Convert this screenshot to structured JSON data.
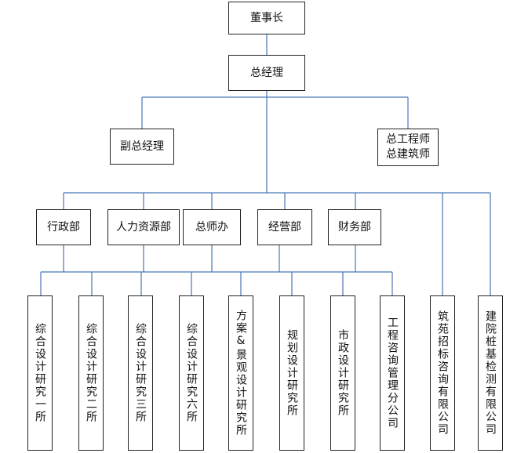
{
  "org": {
    "chairman": "董事长",
    "gm": "总经理",
    "deputy_gm": "副总经理",
    "chief_engineer": "总工程师\n总建筑师",
    "departments": [
      "行政部",
      "人力资源部",
      "总师办",
      "经营部",
      "财务部"
    ],
    "institutes": [
      "综合设计研究一所",
      "综合设计研究二所",
      "综合设计研究三所",
      "综合设计研究六所",
      "方案&景观设计研究所",
      "规划设计研究所",
      "市政设计研究所",
      "工程咨询管理分公司"
    ],
    "companies": [
      "筑苑招标咨询有限公司",
      "建院桩基检测有限公司"
    ]
  }
}
